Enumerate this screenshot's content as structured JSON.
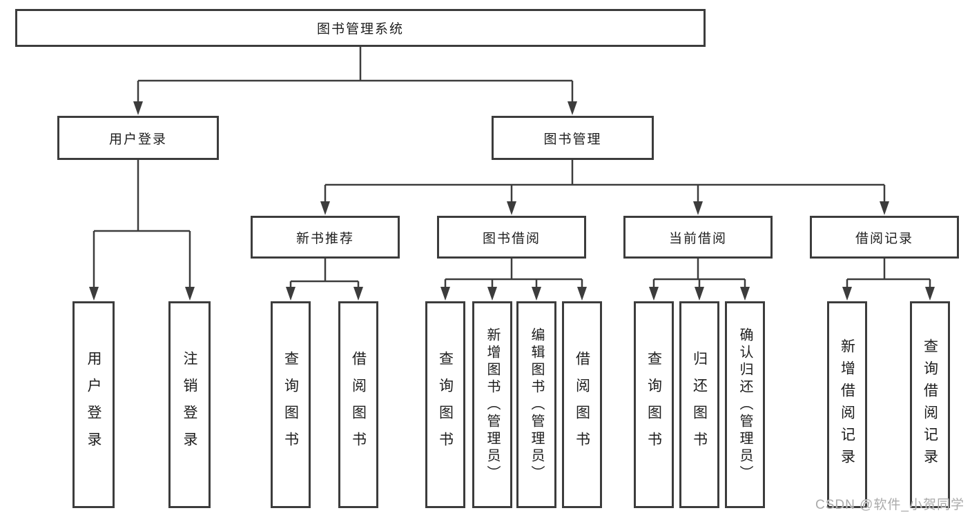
{
  "tree": {
    "label": "图书管理系统",
    "children": [
      {
        "label": "用户登录",
        "children": [
          {
            "label": "用户登录"
          },
          {
            "label": "注销登录"
          }
        ]
      },
      {
        "label": "图书管理",
        "children": [
          {
            "label": "新书推荐",
            "children": [
              {
                "label": "查询图书"
              },
              {
                "label": "借阅图书"
              }
            ]
          },
          {
            "label": "图书借阅",
            "children": [
              {
                "label": "查询图书"
              },
              {
                "label": "新增图书（管理员）"
              },
              {
                "label": "编辑图书（管理员）"
              },
              {
                "label": "借阅图书"
              }
            ]
          },
          {
            "label": "当前借阅",
            "children": [
              {
                "label": "查询图书"
              },
              {
                "label": "归还图书"
              },
              {
                "label": "确认归还（管理员）"
              }
            ]
          },
          {
            "label": "借阅记录",
            "children": [
              {
                "label": "新增借阅记录"
              },
              {
                "label": "查询借阅记录"
              }
            ]
          }
        ]
      }
    ]
  },
  "watermark": {
    "text": "CSDN @软件_小贺同学"
  },
  "colors": {
    "line": "#3c3c3c",
    "box_border": "#3c3c3c",
    "text": "#1d1d1d",
    "watermark": "#ababab",
    "background": "#ffffff"
  }
}
